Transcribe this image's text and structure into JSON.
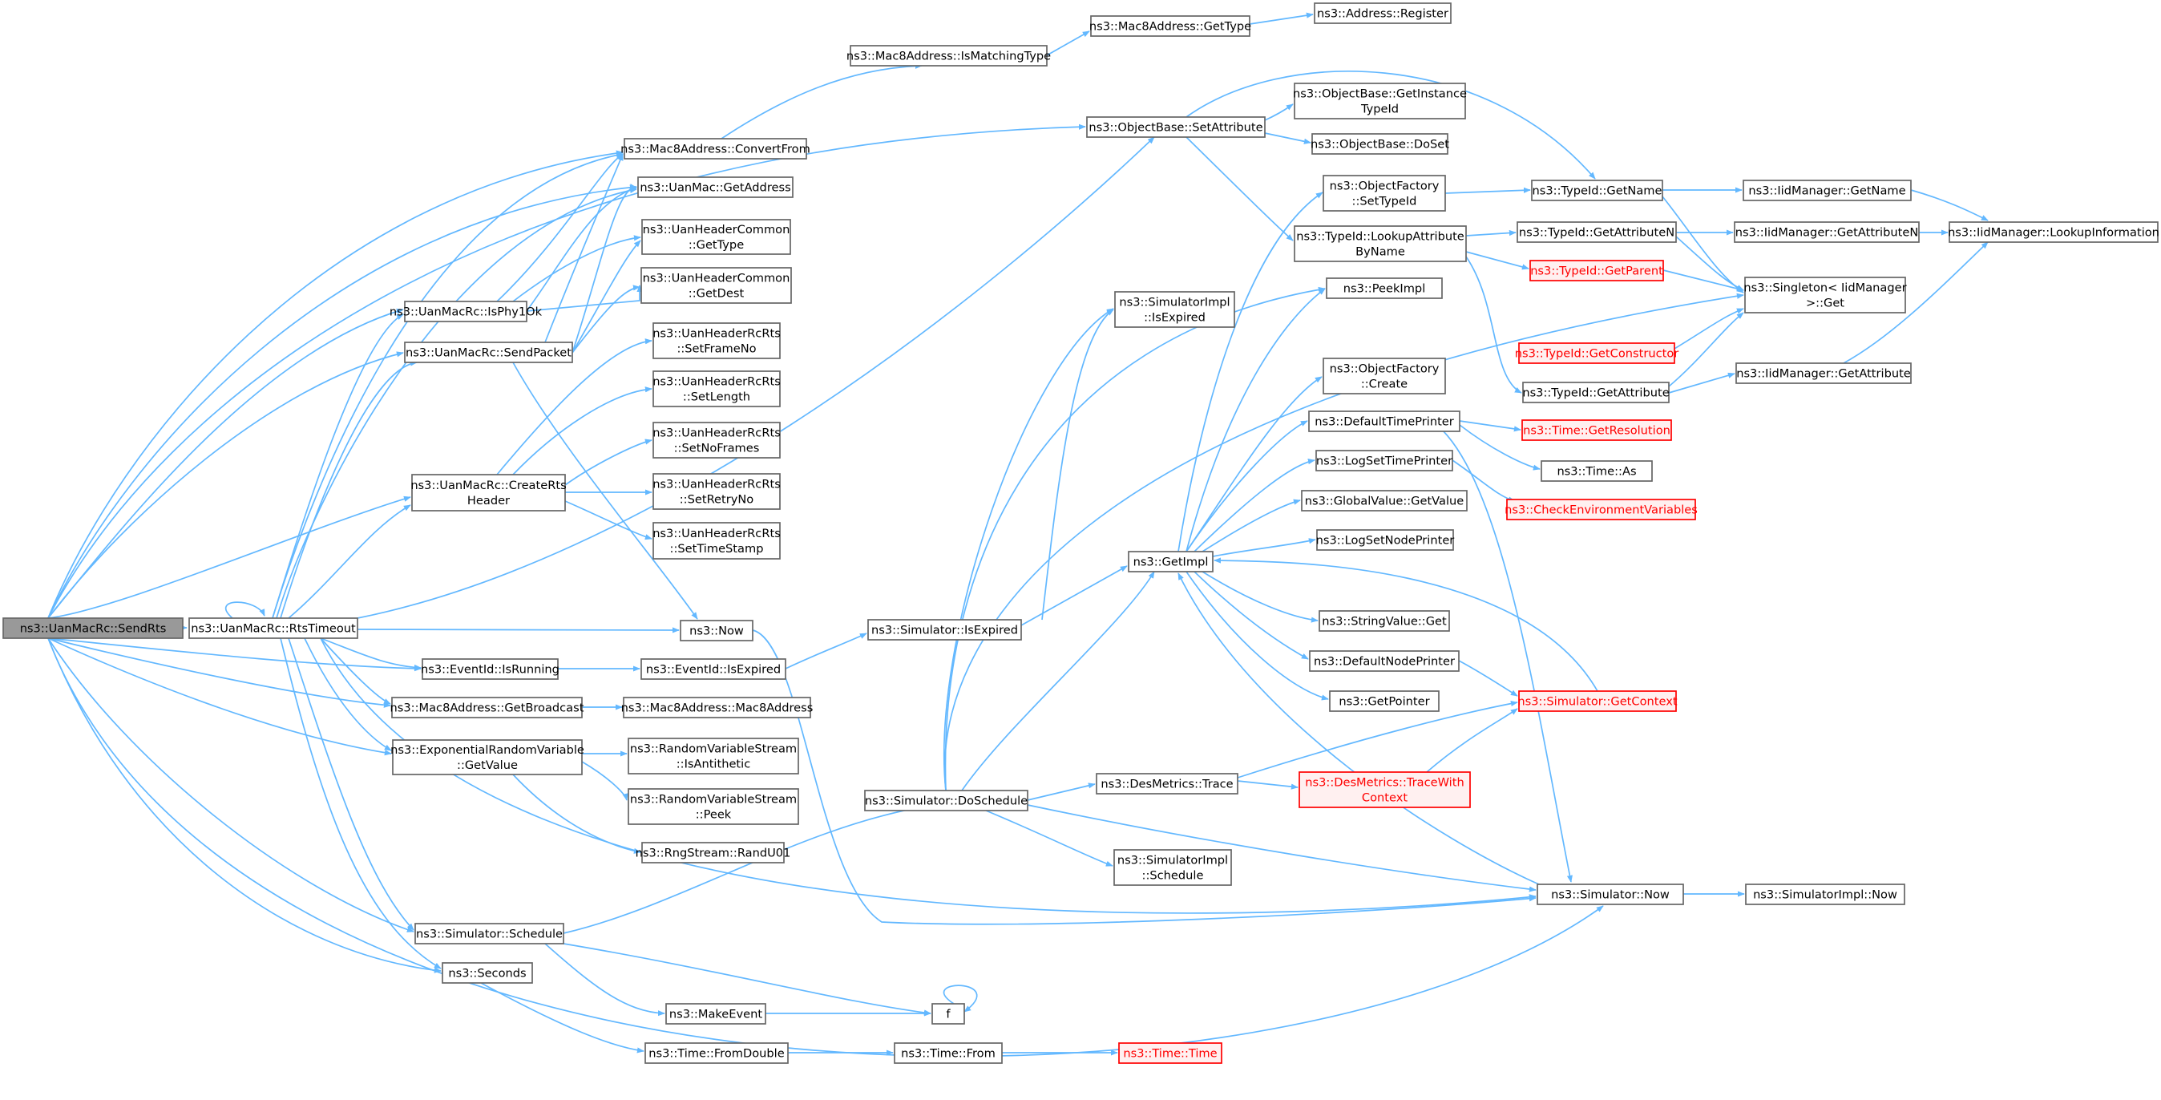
{
  "nodes": [
    {
      "id": "sendrts",
      "lines": [
        "ns3::UanMacRc::SendRts"
      ],
      "style": "hl"
    },
    {
      "id": "rtstimeout",
      "lines": [
        "ns3::UanMacRc::RtsTimeout"
      ]
    },
    {
      "id": "isphy1ok",
      "lines": [
        "ns3::UanMacRc::IsPhy1Ok"
      ]
    },
    {
      "id": "sendpacket",
      "lines": [
        "ns3::UanMacRc::SendPacket"
      ]
    },
    {
      "id": "creatertsheader",
      "lines": [
        "ns3::UanMacRc::CreateRts",
        "Header"
      ]
    },
    {
      "id": "eventisrunning",
      "lines": [
        "ns3::EventId::IsRunning"
      ]
    },
    {
      "id": "getbroadcast",
      "lines": [
        "ns3::Mac8Address::GetBroadcast"
      ]
    },
    {
      "id": "expgetvalue",
      "lines": [
        "ns3::ExponentialRandomVariable",
        "::GetValue"
      ]
    },
    {
      "id": "simschedule",
      "lines": [
        "ns3::Simulator::Schedule"
      ]
    },
    {
      "id": "seconds",
      "lines": [
        "ns3::Seconds"
      ]
    },
    {
      "id": "convertfrom",
      "lines": [
        "ns3::Mac8Address::ConvertFrom"
      ]
    },
    {
      "id": "uangetaddress",
      "lines": [
        "ns3::UanMac::GetAddress"
      ]
    },
    {
      "id": "hdrgettype",
      "lines": [
        "ns3::UanHeaderCommon",
        "::GetType"
      ]
    },
    {
      "id": "hdrgetdest",
      "lines": [
        "ns3::UanHeaderCommon",
        "::GetDest"
      ]
    },
    {
      "id": "setframeno",
      "lines": [
        "ns3::UanHeaderRcRts",
        "::SetFrameNo"
      ]
    },
    {
      "id": "setlength",
      "lines": [
        "ns3::UanHeaderRcRts",
        "::SetLength"
      ]
    },
    {
      "id": "setnoframes",
      "lines": [
        "ns3::UanHeaderRcRts",
        "::SetNoFrames"
      ]
    },
    {
      "id": "setretryno",
      "lines": [
        "ns3::UanHeaderRcRts",
        "::SetRetryNo"
      ]
    },
    {
      "id": "settimestamp",
      "lines": [
        "ns3::UanHeaderRcRts",
        "::SetTimeStamp"
      ]
    },
    {
      "id": "now",
      "lines": [
        "ns3::Now"
      ]
    },
    {
      "id": "eventisexpired",
      "lines": [
        "ns3::EventId::IsExpired"
      ]
    },
    {
      "id": "mac8ctor",
      "lines": [
        "ns3::Mac8Address::Mac8Address"
      ]
    },
    {
      "id": "isantithetic",
      "lines": [
        "ns3::RandomVariableStream",
        "::IsAntithetic"
      ]
    },
    {
      "id": "peek",
      "lines": [
        "ns3::RandomVariableStream",
        "::Peek"
      ]
    },
    {
      "id": "randu01",
      "lines": [
        "ns3::RngStream::RandU01"
      ]
    },
    {
      "id": "makeevent",
      "lines": [
        "ns3::MakeEvent"
      ]
    },
    {
      "id": "fromdouble",
      "lines": [
        "ns3::Time::FromDouble"
      ]
    },
    {
      "id": "ismatchingtype",
      "lines": [
        "ns3::Mac8Address::IsMatchingType"
      ]
    },
    {
      "id": "mac8gettype",
      "lines": [
        "ns3::Mac8Address::GetType"
      ]
    },
    {
      "id": "addrregister",
      "lines": [
        "ns3::Address::Register"
      ]
    },
    {
      "id": "setattribute",
      "lines": [
        "ns3::ObjectBase::SetAttribute"
      ]
    },
    {
      "id": "simisexpired",
      "lines": [
        "ns3::Simulator::IsExpired"
      ]
    },
    {
      "id": "dosschedule",
      "lines": [
        "ns3::Simulator::DoSchedule"
      ]
    },
    {
      "id": "ffunc",
      "lines": [
        "f"
      ]
    },
    {
      "id": "timefrom",
      "lines": [
        "ns3::Time::From"
      ]
    },
    {
      "id": "timetime",
      "lines": [
        "ns3::Time::Time"
      ],
      "style": "red"
    },
    {
      "id": "getinstancetypeid",
      "lines": [
        "ns3::ObjectBase::GetInstance",
        "TypeId"
      ]
    },
    {
      "id": "doset",
      "lines": [
        "ns3::ObjectBase::DoSet"
      ]
    },
    {
      "id": "factsettypeid",
      "lines": [
        "ns3::ObjectFactory",
        "::SetTypeId"
      ]
    },
    {
      "id": "lookupattr",
      "lines": [
        "ns3::TypeId::LookupAttribute",
        "ByName"
      ]
    },
    {
      "id": "simimplisexpired",
      "lines": [
        "ns3::SimulatorImpl",
        "::IsExpired"
      ]
    },
    {
      "id": "peekimpl",
      "lines": [
        "ns3::PeekImpl"
      ]
    },
    {
      "id": "getimpl",
      "lines": [
        "ns3::GetImpl"
      ]
    },
    {
      "id": "factcreate",
      "lines": [
        "ns3::ObjectFactory",
        "::Create"
      ]
    },
    {
      "id": "deftimeprinter",
      "lines": [
        "ns3::DefaultTimePrinter"
      ]
    },
    {
      "id": "logsettimeprinter",
      "lines": [
        "ns3::LogSetTimePrinter"
      ]
    },
    {
      "id": "globalgetvalue",
      "lines": [
        "ns3::GlobalValue::GetValue"
      ]
    },
    {
      "id": "logsetnodeprinter",
      "lines": [
        "ns3::LogSetNodePrinter"
      ]
    },
    {
      "id": "stringget",
      "lines": [
        "ns3::StringValue::Get"
      ]
    },
    {
      "id": "defnodeprinter",
      "lines": [
        "ns3::DefaultNodePrinter"
      ]
    },
    {
      "id": "getpointer",
      "lines": [
        "ns3::GetPointer"
      ]
    },
    {
      "id": "desmetricstrace",
      "lines": [
        "ns3::DesMetrics::Trace"
      ]
    },
    {
      "id": "simimplschedule",
      "lines": [
        "ns3::SimulatorImpl",
        "::Schedule"
      ]
    },
    {
      "id": "simnow",
      "lines": [
        "ns3::Simulator::Now"
      ]
    },
    {
      "id": "typeidgetname",
      "lines": [
        "ns3::TypeId::GetName"
      ]
    },
    {
      "id": "getattributen",
      "lines": [
        "ns3::TypeId::GetAttributeN"
      ]
    },
    {
      "id": "getparent",
      "lines": [
        "ns3::TypeId::GetParent"
      ],
      "style": "red"
    },
    {
      "id": "getconstructor",
      "lines": [
        "ns3::TypeId::GetConstructor"
      ],
      "style": "red"
    },
    {
      "id": "typeidgetattribute",
      "lines": [
        "ns3::TypeId::GetAttribute"
      ]
    },
    {
      "id": "getresolution",
      "lines": [
        "ns3::Time::GetResolution"
      ],
      "style": "red"
    },
    {
      "id": "timeas",
      "lines": [
        "ns3::Time::As"
      ]
    },
    {
      "id": "checkenv",
      "lines": [
        "ns3::CheckEnvironmentVariables"
      ],
      "style": "red"
    },
    {
      "id": "getcontext",
      "lines": [
        "ns3::Simulator::GetContext"
      ],
      "style": "red"
    },
    {
      "id": "tracewithcontext",
      "lines": [
        "ns3::DesMetrics::TraceWith",
        "Context"
      ],
      "style": "red"
    },
    {
      "id": "simimplnow",
      "lines": [
        "ns3::SimulatorImpl::Now"
      ]
    },
    {
      "id": "iidgetname",
      "lines": [
        "ns3::IidManager::GetName"
      ]
    },
    {
      "id": "iidgetattributen",
      "lines": [
        "ns3::IidManager::GetAttributeN"
      ]
    },
    {
      "id": "singletonget",
      "lines": [
        "ns3::Singleton< IidManager",
        " >::Get"
      ]
    },
    {
      "id": "iidgetattribute",
      "lines": [
        "ns3::IidManager::GetAttribute"
      ]
    },
    {
      "id": "lookupinfo",
      "lines": [
        "ns3::IidManager::LookupInformation"
      ]
    }
  ]
}
